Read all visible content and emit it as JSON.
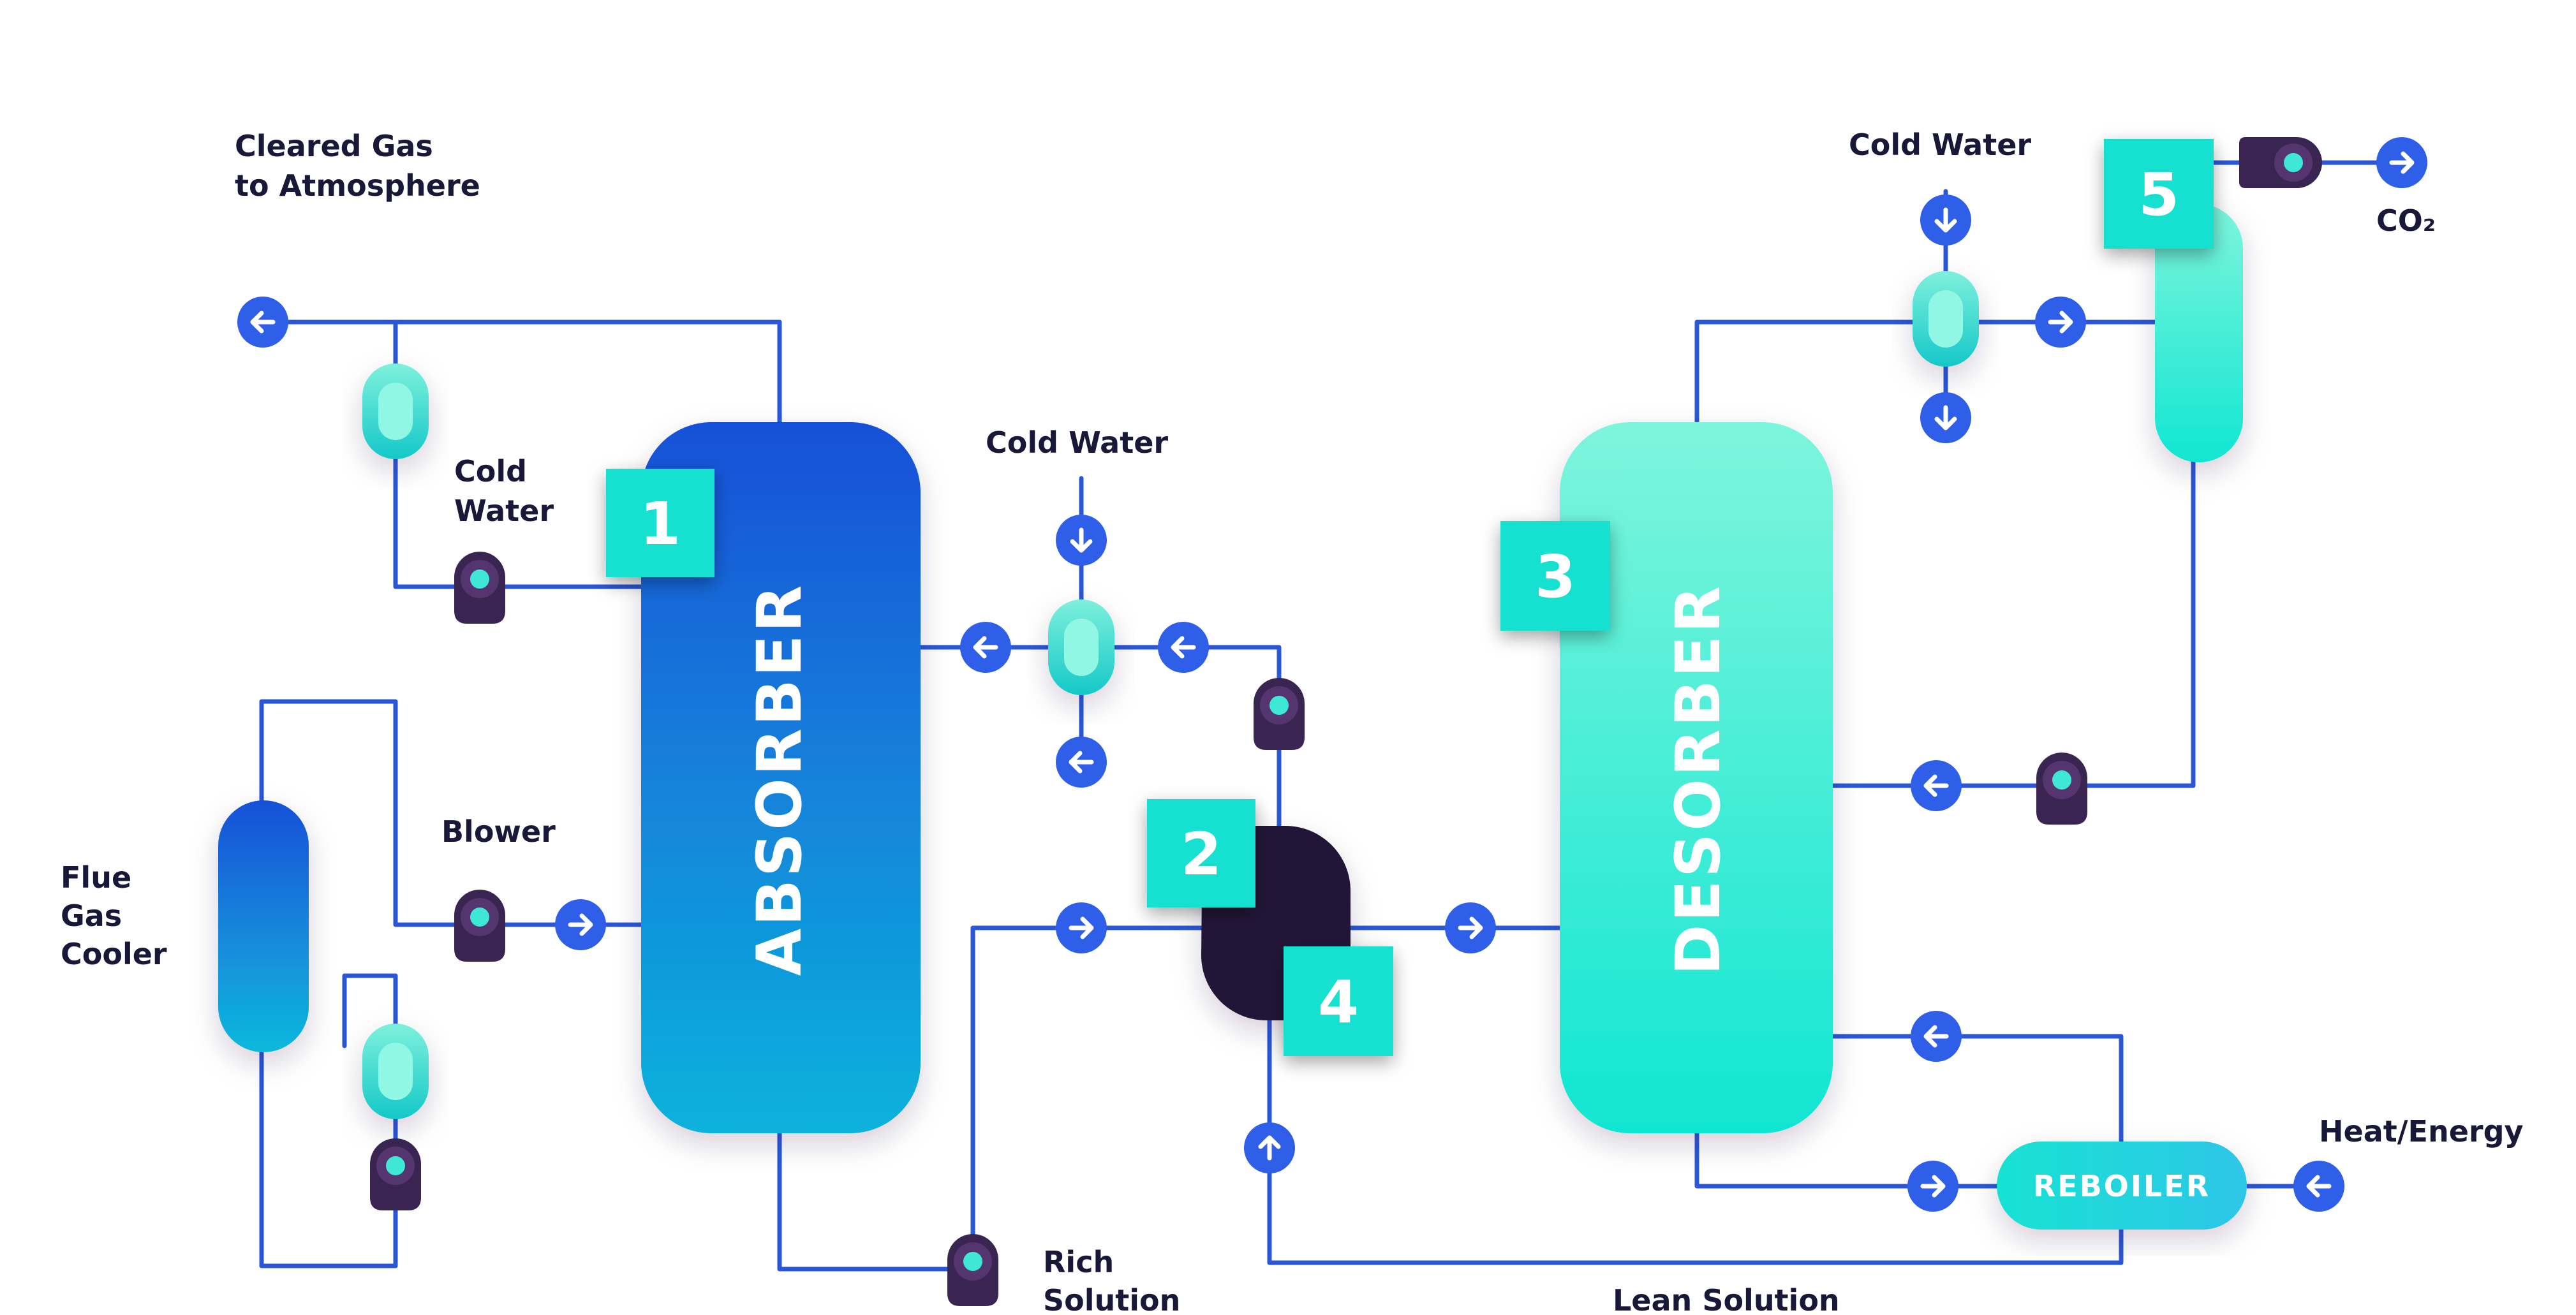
{
  "labels": {
    "cleared_gas_1": "Cleared Gas",
    "cleared_gas_2": "to Atmosphere",
    "cold_water_left_1": "Cold",
    "cold_water_left_2": "Water",
    "cold_water_center": "Cold Water",
    "cold_water_right": "Cold Water",
    "co2": "CO₂",
    "blower": "Blower",
    "flue_1": "Flue",
    "flue_2": "Gas",
    "flue_3": "Cooler",
    "rich_1": "Rich",
    "rich_2": "Solution",
    "lean": "Lean Solution",
    "heat": "Heat/Energy"
  },
  "units": {
    "absorber": "ABSORBER",
    "desorber": "DESORBER",
    "reboiler": "REBOILER"
  },
  "badges": [
    "1",
    "2",
    "3",
    "4",
    "5"
  ],
  "colors": {
    "pipe": "#2b57d6",
    "arrow": "#2f5ee8",
    "badge": "#16e0cf",
    "pump": "#3a2552",
    "absorber_top": "#1650d8",
    "absorber_bottom": "#0fb2dc",
    "desorber_top": "#7ef5dc",
    "desorber_bottom": "#10e6d2",
    "text": "#1a1838"
  }
}
